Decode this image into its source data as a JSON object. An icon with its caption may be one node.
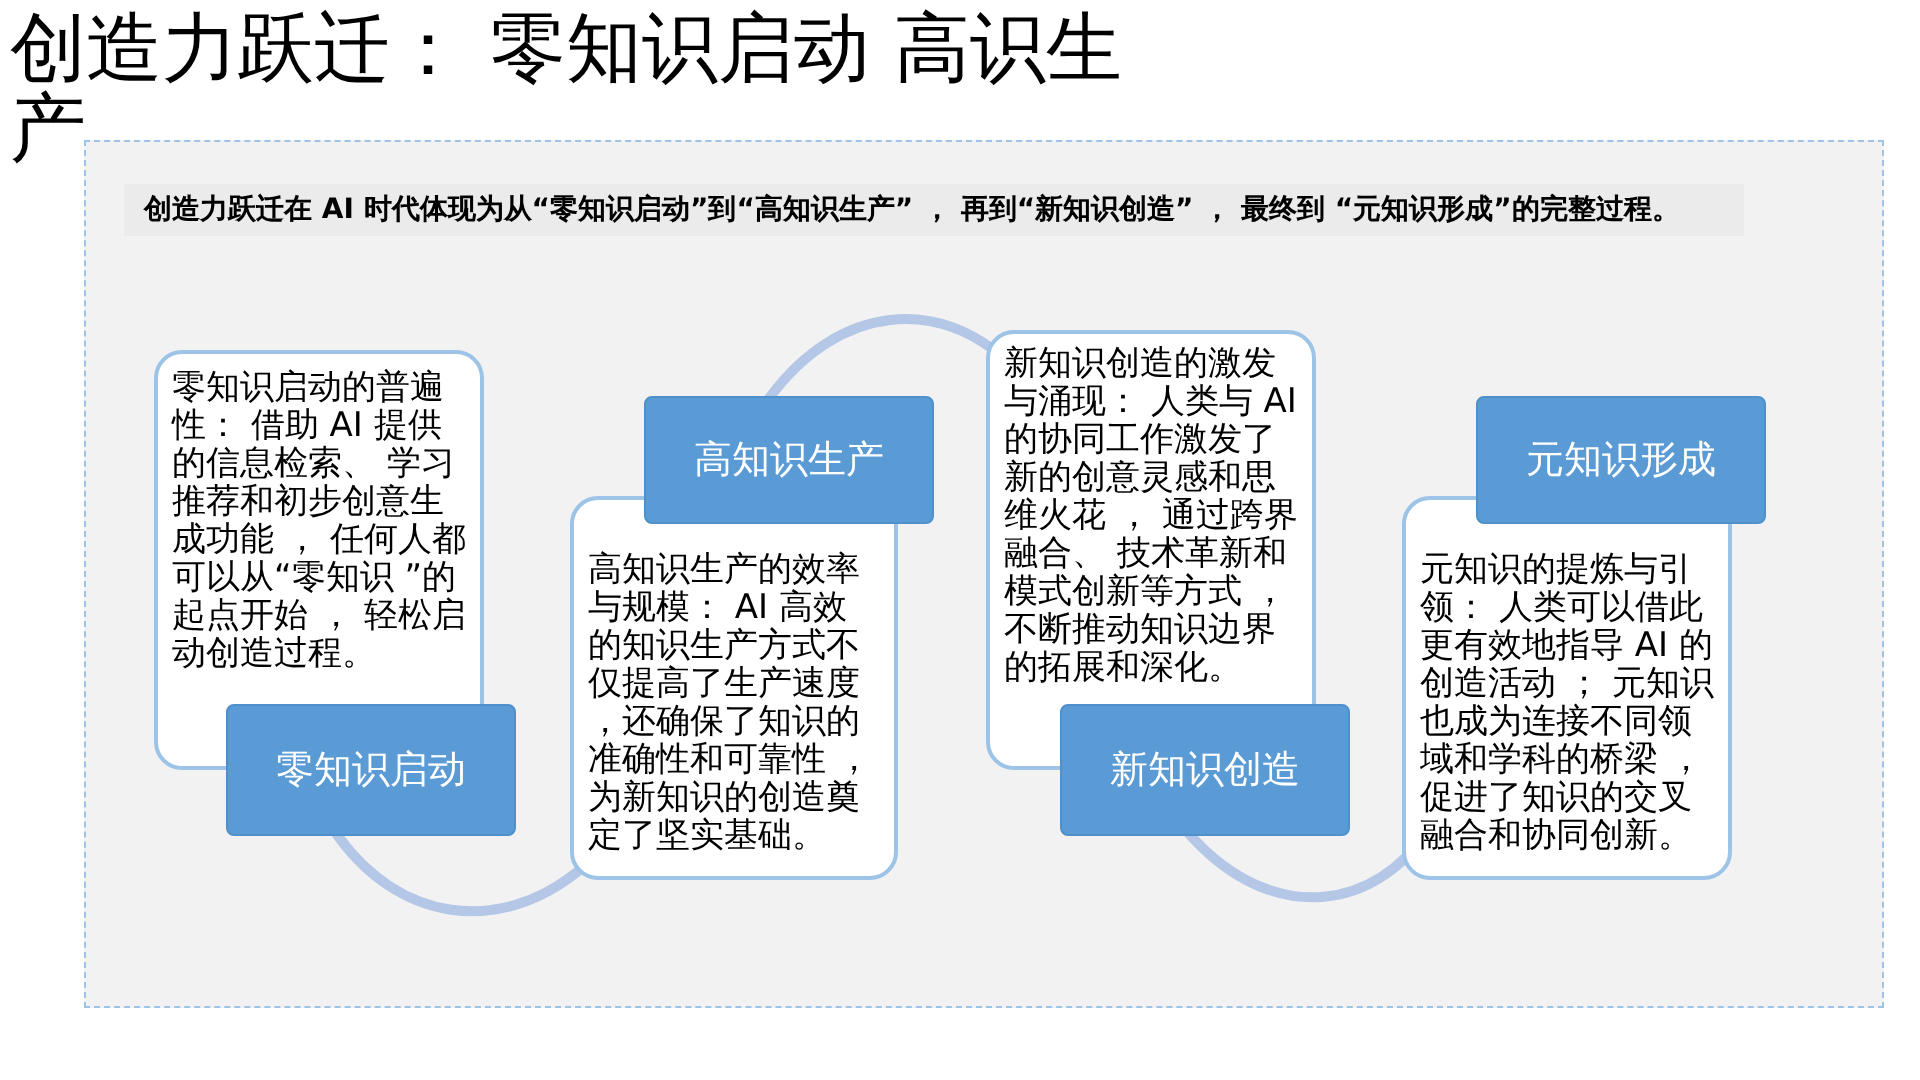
{
  "diagram": {
    "title": "创造力跃迁： 零知识启动 高识生产",
    "nodes": [
      {
        "text": [
          "零知识启动的普遍性： 借助 AI 提供的信息检索、 学习推荐和初步创意生成功能 ， 任何人都可以从“零知识 ”的起点开始 ， 轻松启动创造过程。"
        ]
      },
      {
        "text": [
          "零知识启动"
        ]
      },
      {
        "text": [
          "高知识生产的效率与规模： AI 高效的知识生产方式不仅提高了生产速度，还确保了知识的准确性和可靠性 ，为新知识的创造奠定了坚实基础。"
        ]
      },
      {
        "text": [
          "高知识生产"
        ]
      },
      {
        "text": [
          "新知识创造的激发与涌现： 人类与 AI 的协同工作激发了新的创意灵感和思维火花 ， 通过跨界融合、 技术革新和模式创新等方式 ，不断推动知识边界的拓展和深化。"
        ]
      },
      {
        "text": [
          "新知识创造"
        ]
      },
      {
        "text": [
          "元知识的提炼与引领： 人类可以借此更有效地指导 AI 的创造活动 ； 元知识也成为连接不同领域和学科的桥梁 ，促进了知识的交叉融合和协同创新。"
        ]
      },
      {
        "text": [
          "元知识形成"
        ]
      }
    ],
    "edges": [],
    "labels": [
      "创造力跃迁在 AI 时代体现为从“零知识启动”到“高知识生产” ， 再到“新知识创造” ， 最终到 “元知识形成”的完整过程。"
    ]
  }
}
